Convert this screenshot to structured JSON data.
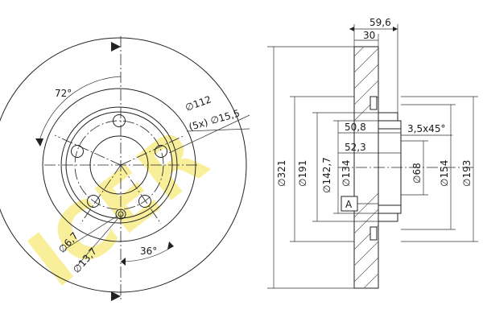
{
  "watermark": {
    "text": "ICER",
    "color": "#f5e24a"
  },
  "front_view": {
    "angle_top": "72°",
    "bolt_circle": "∅112",
    "bolt_holes": "(5x) ∅15,5",
    "small_hole_1": "∅6,7",
    "small_hole_2": "∅13,7",
    "angle_bottom": "36°"
  },
  "section_view": {
    "width_total": "59,6",
    "width_disc": "30",
    "d_outer": "∅321",
    "d_191": "∅191",
    "d_142_7": "∅142,7",
    "d_134": "∅134",
    "depth_50_8": "50,8",
    "depth_52_3": "52,3",
    "chamfer": "3,5x45°",
    "d_68": "∅68",
    "d_154": "∅154",
    "d_193": "∅193",
    "datum": "A"
  },
  "colors": {
    "line": "#222222",
    "logo": "#f5e24a"
  }
}
